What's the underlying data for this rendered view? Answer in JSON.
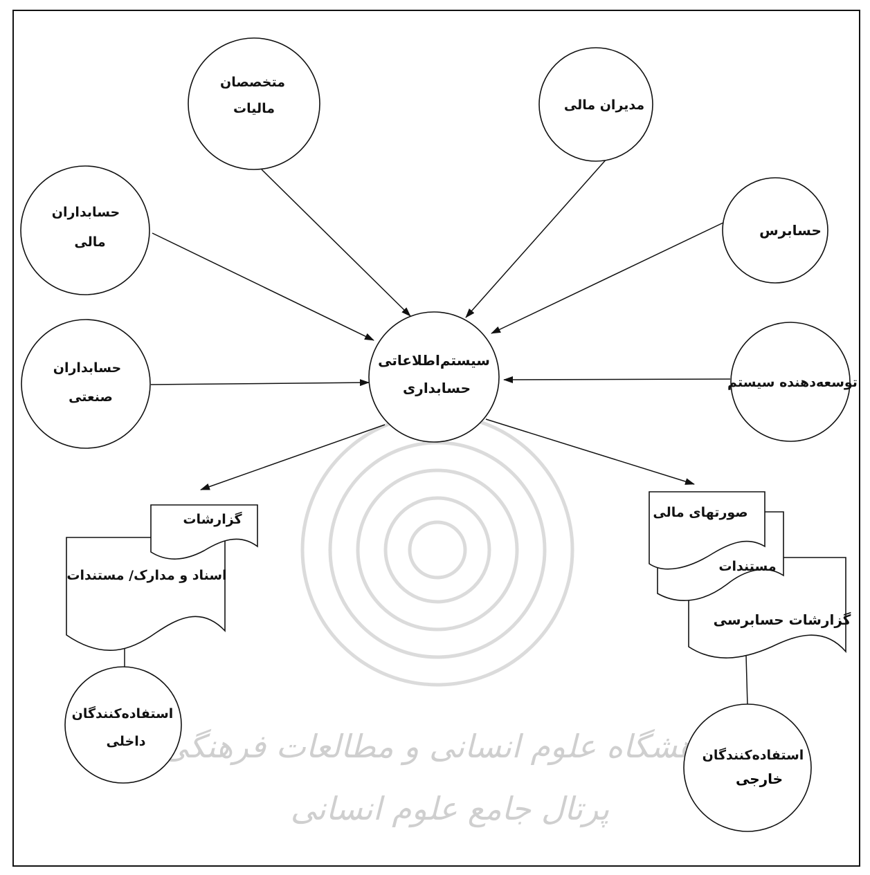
{
  "nodes": {
    "tax_specialists": {
      "line1": "متخصصان",
      "line2": "مالیات"
    },
    "financial_managers": {
      "line1": "مدیران مالی"
    },
    "financial_accountants": {
      "line1": "حسابداران",
      "line2": "مالی"
    },
    "auditor": {
      "line1": "حسابرس"
    },
    "industrial_accountants": {
      "line1": "حسابداران",
      "line2": "صنعتی"
    },
    "system_developer": {
      "line1": "توسعه‌دهنده سیستم"
    },
    "ais": {
      "line1": "سیستم‌اطلاعاتی",
      "line2": "حسابداری"
    },
    "internal_users": {
      "line1": "استفاده‌کنندگان",
      "line2": "داخلی"
    },
    "external_users": {
      "line1": "استفاده‌کنندگان",
      "line2": "خارجی"
    }
  },
  "internal_docs": {
    "reports": "گزارشات",
    "documents": "اسناد و مدارک/ مستندات"
  },
  "external_docs": {
    "financial_statements": "صورتهای مالی",
    "documentation": "مستندات",
    "audit_reports": "گزارشات حسابرسی"
  },
  "watermark": {
    "line1": "پژوهشگاه علوم انسانی و مطالعات فرهنگی",
    "line2": "پرتال جامع علوم انسانی"
  },
  "colors": {
    "ink": "#111111",
    "watermark": "#cfcfcf",
    "page": "#ffffff"
  }
}
